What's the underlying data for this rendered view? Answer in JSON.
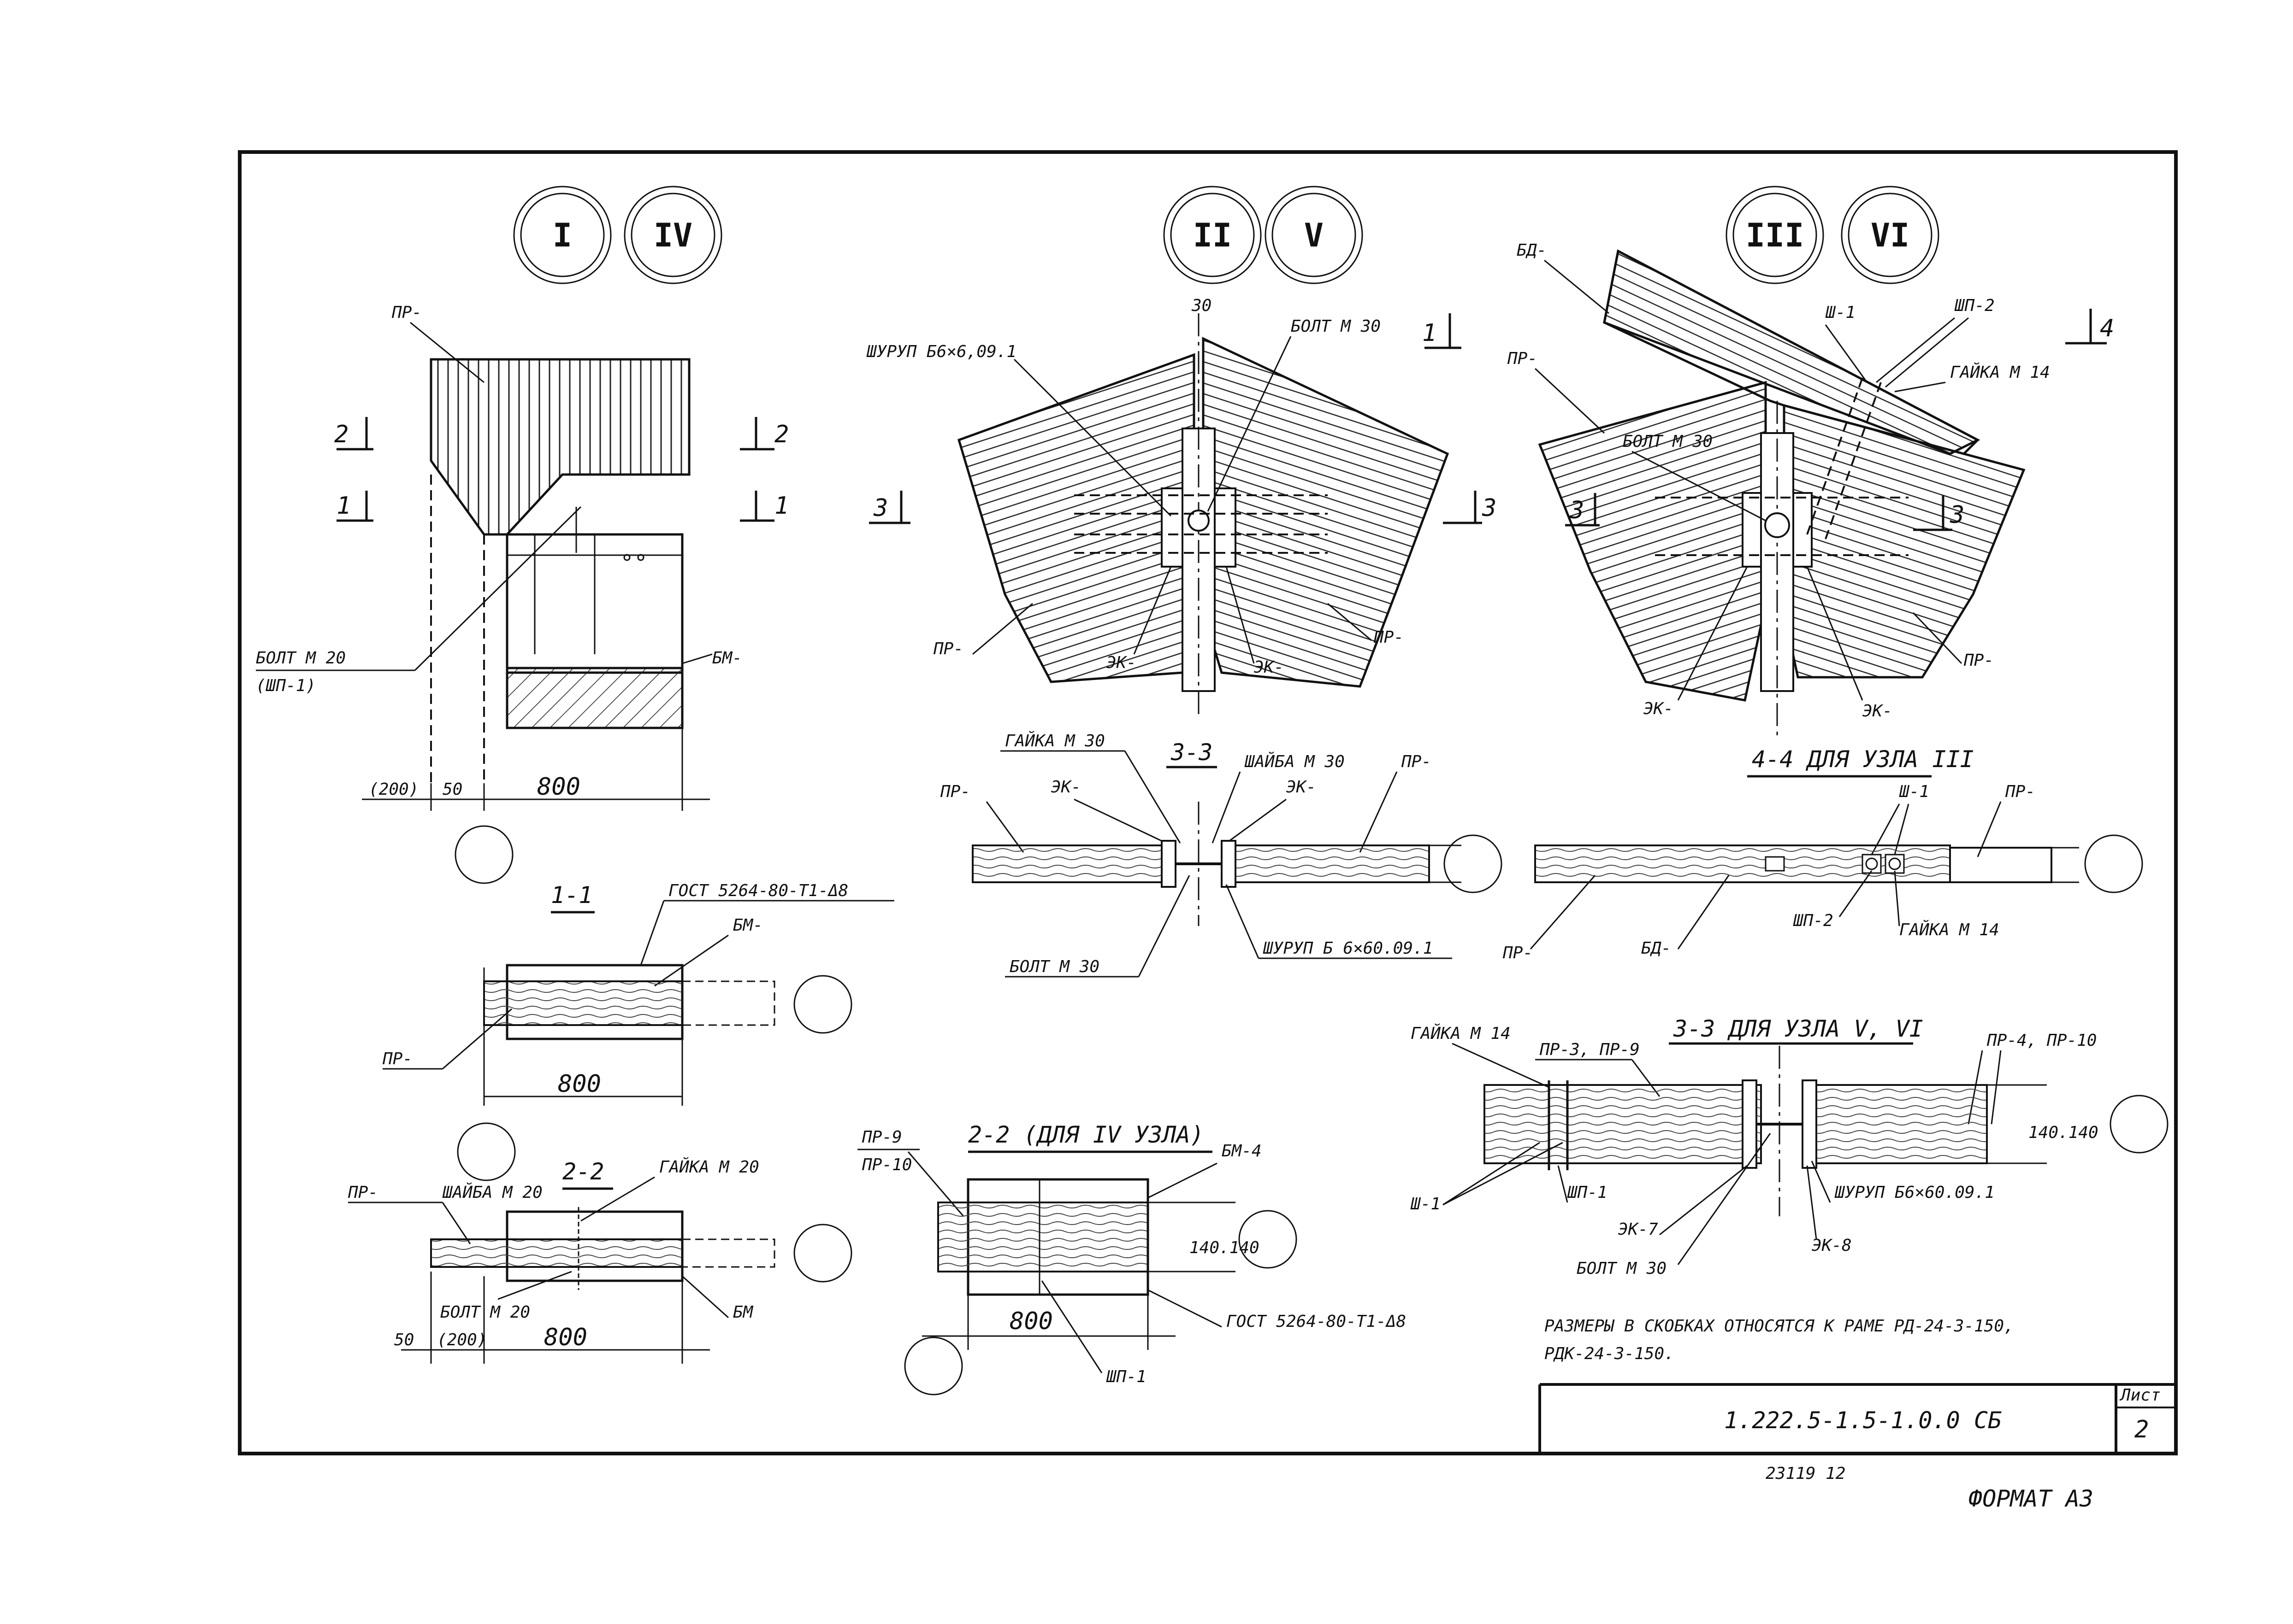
{
  "nodes": {
    "group1": [
      "I",
      "IV"
    ],
    "group2": [
      "II",
      "V"
    ],
    "group3": [
      "III",
      "VI"
    ]
  },
  "node1": {
    "pr": "ПР-",
    "cut2": "2",
    "cut1": "1",
    "bolt": "БОЛТ М 20",
    "bolt_sub": "(ШП-1)",
    "bm": "БМ-",
    "dim_200": "(200)",
    "dim_50": "50",
    "dim_800": "800"
  },
  "section11": {
    "title": "1-1",
    "gost": "ГОСТ 5264-80-Т1-Δ8",
    "bm": "БМ-",
    "pr": "ПР-",
    "dim_800": "800"
  },
  "section22": {
    "title": "2-2",
    "pr": "ПР-",
    "washer": "ШАЙБА М 20",
    "nut": "ГАЙКА М 20",
    "bolt": "БОЛТ М 20",
    "bm": "БМ",
    "dim_50": "50",
    "dim_200": "(200)",
    "dim_800": "800"
  },
  "section22_iv": {
    "title": "2-2 (ДЛЯ IV УЗЛА)",
    "pr9": "ПР-9",
    "pr10": "ПР-10",
    "bm4": "БМ-4",
    "gost": "ГОСТ 5264-80-Т1-Δ8",
    "shp1": "ШП-1",
    "dim_800": "800",
    "dim_140": "140.140"
  },
  "node2": {
    "dim_30": "30",
    "screw": "ШУРУП Б6×6,09.1",
    "bolt": "БОЛТ М 30",
    "cut1": "1",
    "cut3": "3",
    "pr": "ПР-",
    "ek": "ЭК-"
  },
  "section33": {
    "title": "3-3",
    "nut": "ГАЙКА М 30",
    "washer": "ШАЙБА М 30",
    "ek": "ЭК-",
    "pr": "ПР-",
    "bolt": "БОЛТ М 30",
    "screw": "ШУРУП Б 6×60.09.1"
  },
  "node3": {
    "bd": "БД-",
    "pr": "ПР-",
    "sh1": "Ш-1",
    "shp2": "ШП-2",
    "nut": "ГАЙКА М 14",
    "bolt": "БОЛТ М 30",
    "cut4": "4",
    "cut3": "3",
    "ek": "ЭК-"
  },
  "section44": {
    "title": "4-4 ДЛЯ УЗЛА III",
    "sh1": "Ш-1",
    "pr": "ПР-",
    "bd": "БД-",
    "shp2": "ШП-2",
    "nut": "ГАЙКА М 14"
  },
  "section33_v": {
    "title": "3-3 ДЛЯ УЗЛА V, VI",
    "nut": "ГАЙКА М 14",
    "pr3": "ПР-3, ПР-9",
    "pr4": "ПР-4, ПР-10",
    "dim_140": "140.140",
    "sh1": "Ш-1",
    "shp1": "ШП-1",
    "ek7": "ЭК-7",
    "ek8": "ЭК-8",
    "screw": "ШУРУП Б6×60.09.1",
    "bolt": "БОЛТ М 30"
  },
  "note": {
    "line1": "РАЗМЕРЫ В СКОБКАХ ОТНОСЯТСЯ К РАМЕ РД-24-3-150,",
    "line2": "РДК-24-3-150."
  },
  "stamp": {
    "code": "1.222.5-1.5-1.0.0 СБ",
    "sheet_label": "Лист",
    "sheet_no": "2"
  },
  "footer": {
    "number": "23119 12",
    "format": "ФОРМАТ А3"
  }
}
